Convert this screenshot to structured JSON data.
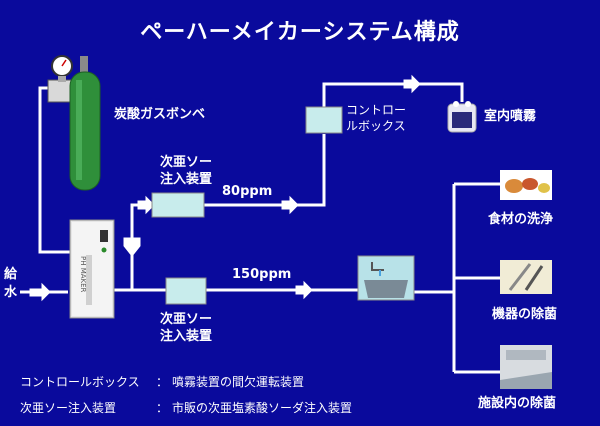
{
  "title": "ペーハーメイカーシステム構成",
  "labels": {
    "co2_cylinder": "炭酸ガスボンベ",
    "control_box_1": "コントロー",
    "control_box_2": "ルボックス",
    "indoor_spray": "室内噴霧",
    "injector_top_1": "次亜ソー",
    "injector_top_2": "注入装置",
    "injector_bottom_1": "次亜ソー",
    "injector_bottom_2": "注入装置",
    "ppm_top": "80ppm",
    "ppm_bottom": "150ppm",
    "water_supply_1": "給",
    "water_supply_2": "水",
    "device_brand": "PH MAKER"
  },
  "uses": [
    {
      "label": "食材の洗浄",
      "icon": "food-icon"
    },
    {
      "label": "機器の除菌",
      "icon": "tools-icon"
    },
    {
      "label": "施設内の除菌",
      "icon": "facility-icon"
    }
  ],
  "notes": [
    {
      "term": "コントロールボックス",
      "sep": "：",
      "desc": "噴霧装置の間欠運転装置"
    },
    {
      "term": "次亜ソー注入装置",
      "sep": "：",
      "desc": "市販の次亜塩素酸ソーダ注入装置"
    }
  ],
  "colors": {
    "background": "#0a0a9c",
    "line": "#ffffff",
    "box_fill": "#c8ecec",
    "cylinder": "#2f8f3a"
  }
}
